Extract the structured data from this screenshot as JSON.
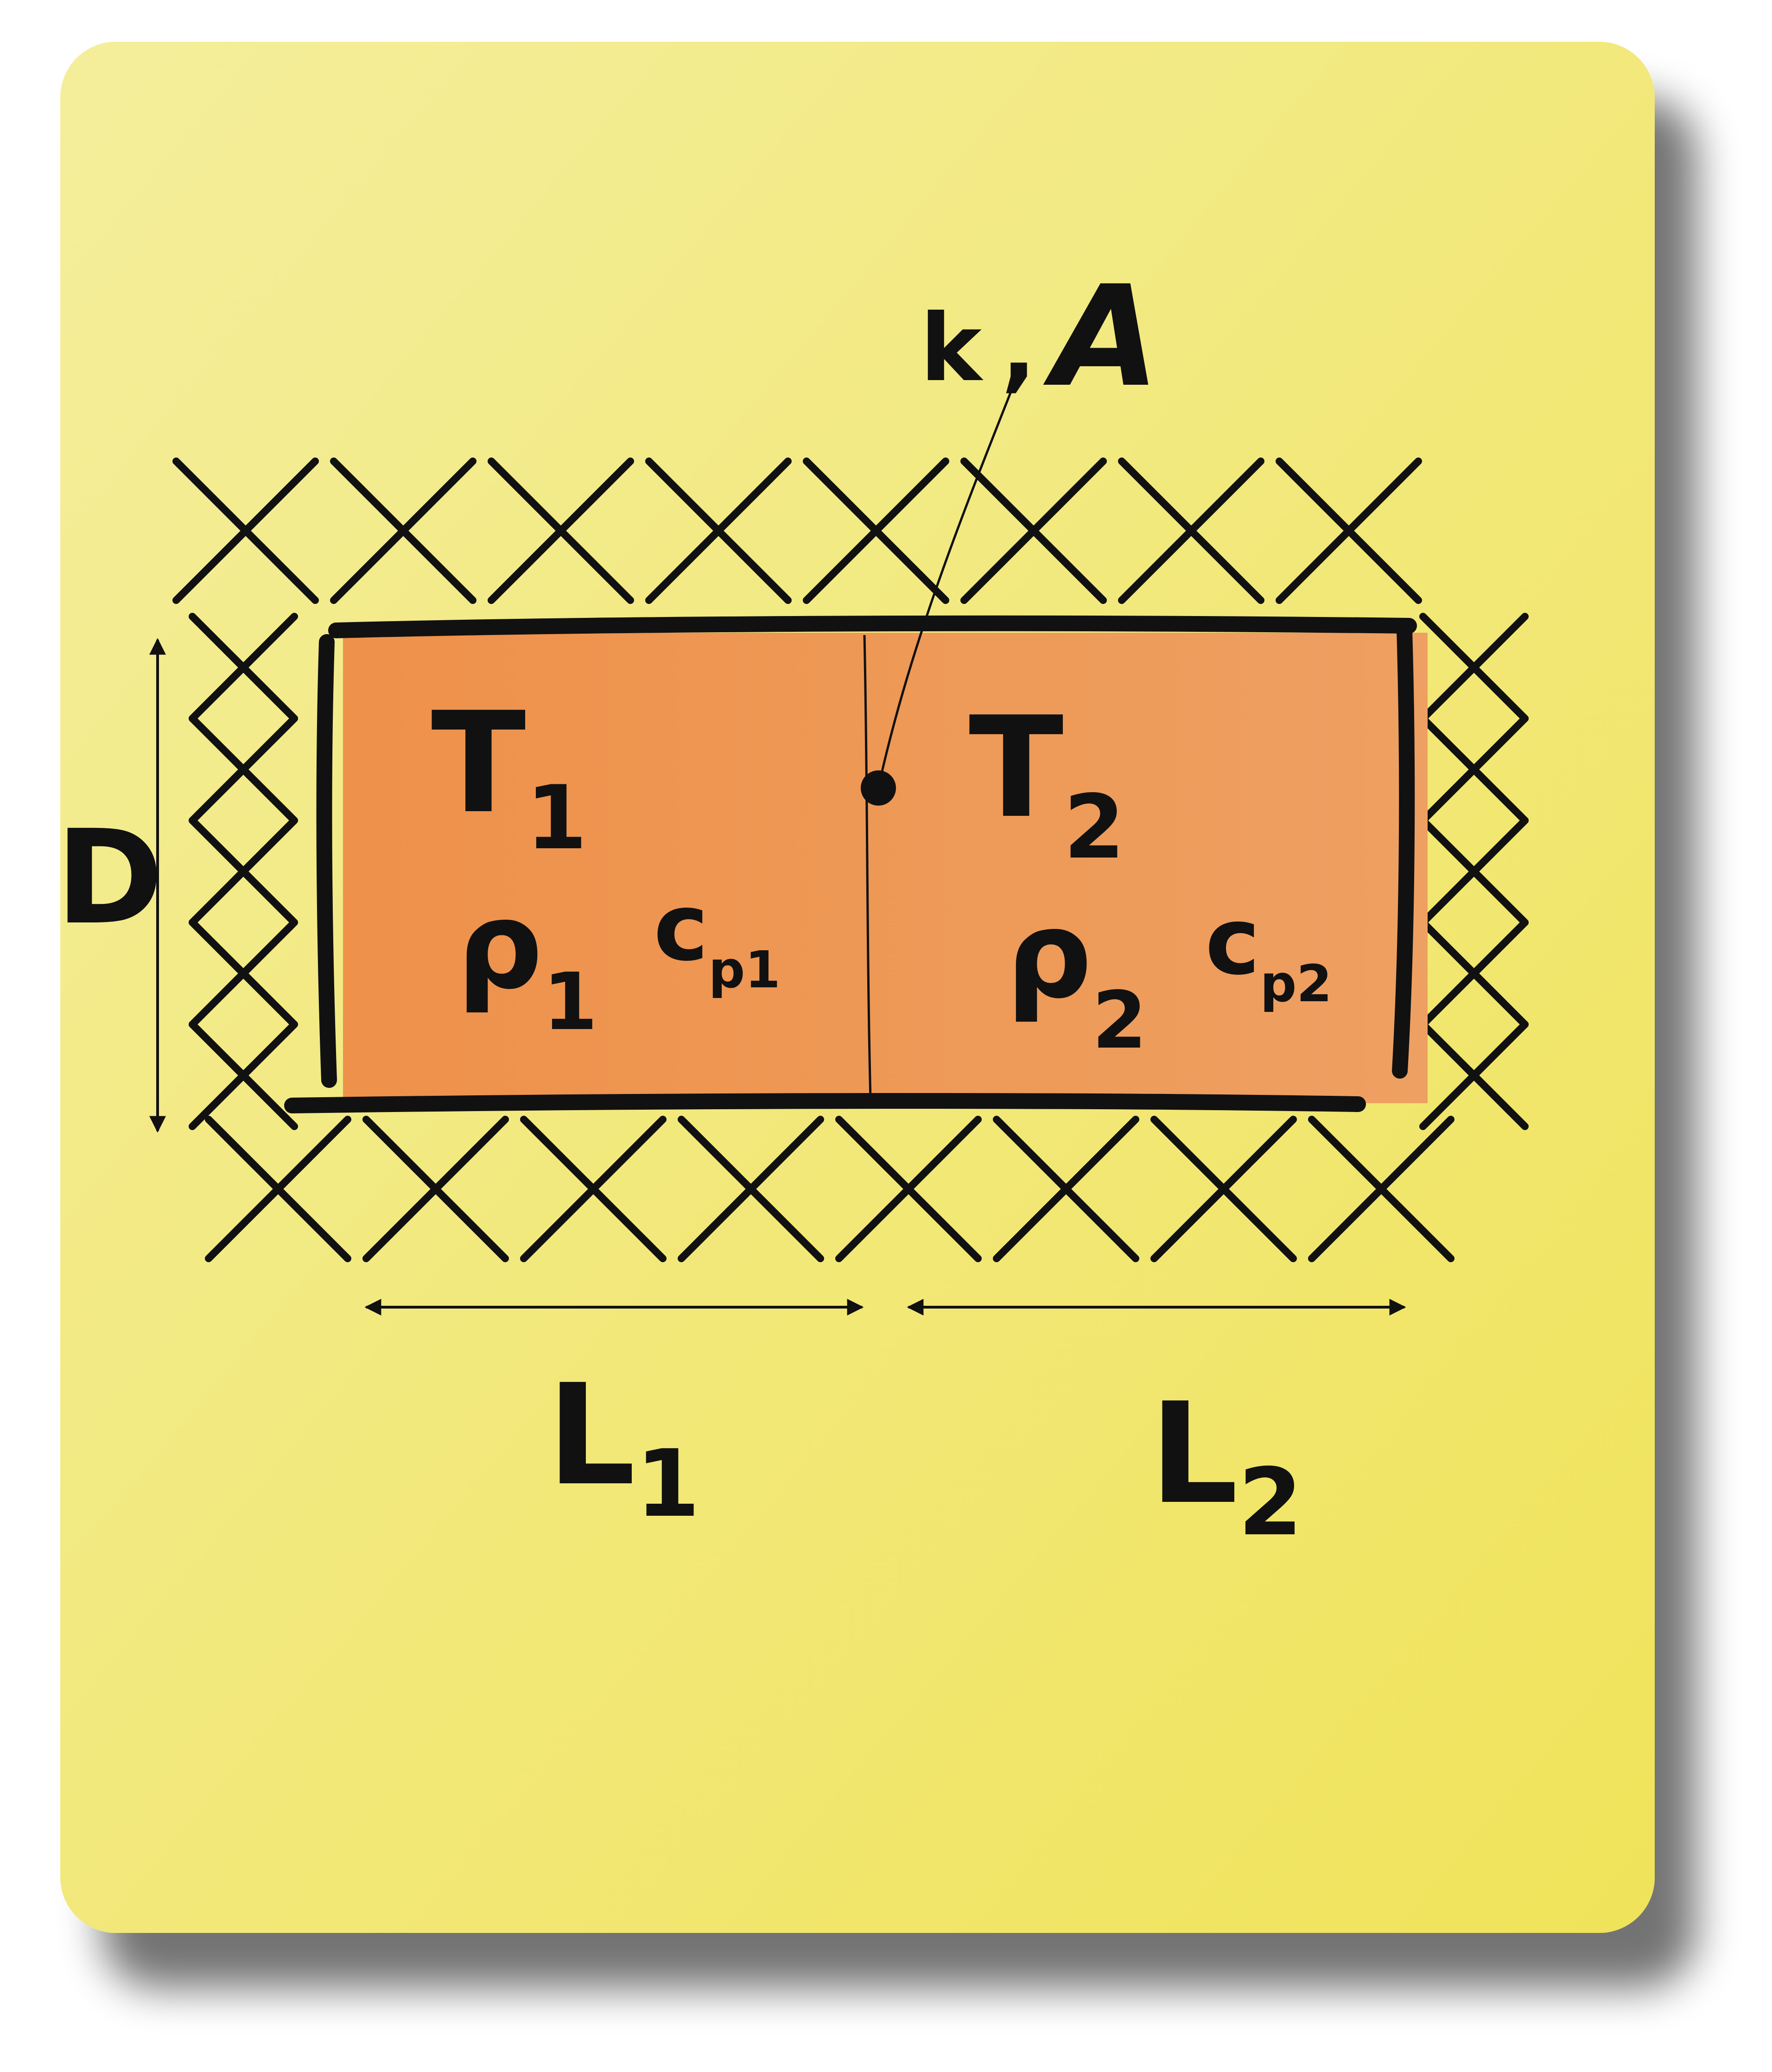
{
  "colors": {
    "card_light": "#f4ee9c",
    "card_dark": "#f0e35a",
    "block_left": "#ee914a",
    "block_right": "#eea062",
    "ink": "#111111"
  },
  "labels": {
    "k": "k",
    "comma": ",",
    "A": "A",
    "D": "D",
    "T1": {
      "main": "T",
      "sub": "1"
    },
    "T2": {
      "main": "T",
      "sub": "2"
    },
    "rho1": {
      "main": "ρ",
      "sub": "1"
    },
    "rho2": {
      "main": "ρ",
      "sub": "2"
    },
    "cp1": {
      "main": "c",
      "sub": "p1"
    },
    "cp2": {
      "main": "c",
      "sub": "p2"
    },
    "L1": {
      "main": "L",
      "sub": "1"
    },
    "L2": {
      "main": "L",
      "sub": "2"
    }
  }
}
